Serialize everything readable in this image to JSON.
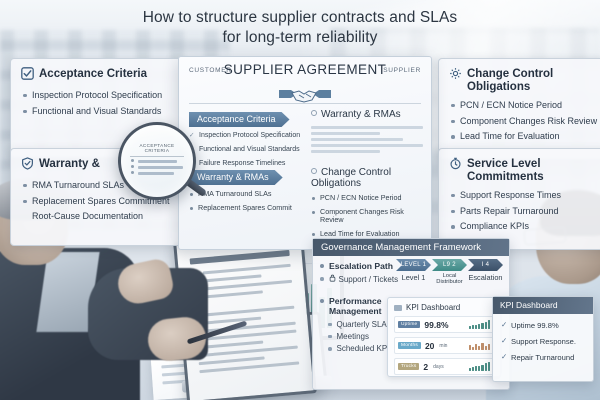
{
  "title": {
    "line1": "How to structure supplier contracts and SLAs",
    "line2": "for long-term reliability"
  },
  "colors": {
    "accent_blue": "#4f7192",
    "teal": "#3f8a86",
    "header_slate": "#47586b",
    "bullet_gray": "#7d8fa3"
  },
  "cards": {
    "acceptance": {
      "icon": "checkbox-icon",
      "title": "Acceptance Criteria",
      "items": [
        "Inspection Protocol Specification",
        "Functional and Visual Standards"
      ]
    },
    "warranty": {
      "icon": "shield-check-icon",
      "title": "Warranty &",
      "items": [
        "RMA Turnaround SLAs",
        "Replacement Spares Commitment",
        "Root-Cause Documentation"
      ]
    },
    "change_control": {
      "icon": "gear-icon",
      "title": "Change Control Obligations",
      "items": [
        "PCN / ECN Notice Period",
        "Component Changes Risk Review",
        "Lead Time for Evaluation"
      ]
    },
    "service_level": {
      "icon": "stopwatch-icon",
      "title": "Service Level Commitments",
      "items": [
        "Support Response Times",
        "Parts Repair Turnaround",
        "Compliance KPIs"
      ]
    }
  },
  "document": {
    "customer_label": "CUSTOMER",
    "supplier_label": "SUPPLIER",
    "heading": "SUPPLIER AGREEMENT",
    "handshake_icon": "handshake-icon",
    "section_acceptance": {
      "badge": "Acceptance Criteria",
      "items": [
        "Inspection Protocol Specification",
        "Functional and Visual Standards",
        "Failure Response Timelines"
      ]
    },
    "section_warranty_header": "Warranty & RMAs",
    "section_warranty": {
      "badge": "Warranty & RMAs",
      "items": [
        "RMA Turnaround SLAs",
        "Replacement Spares Commit"
      ]
    },
    "section_change": {
      "header": "Change Control Obligations",
      "items": [
        "PCN / ECN Notice Period",
        "Component Changes Risk Review",
        "Lead Time for Evaluation"
      ]
    }
  },
  "magnifier": {
    "icon": "magnifier-icon",
    "heading": "ACCEPTANCE CRITERIA"
  },
  "governance": {
    "header": "Governance Management  Framework",
    "escalation_label": "Escalation Path",
    "support_label": "Support / Tickets",
    "support_icon": "lock-icon",
    "performance_label_1": "Performance",
    "performance_label_2": "Management",
    "performance_items": [
      "Quarterly SLA Review",
      "Meetings",
      "Scheduled KPI Reports"
    ],
    "escalation": {
      "chevrons": [
        "LEVEL 1",
        "L9 2",
        "I 4"
      ],
      "labels": [
        "Level 1",
        "Local Distributor",
        "Escalation"
      ]
    },
    "kpi_dashboard": {
      "icon": "dashboard-icon",
      "title": "KPI Dashboard",
      "rows": [
        {
          "tag": "Uptime",
          "tag_color": "#5f7fa2",
          "value": "99.8%",
          "unit": "",
          "spark": [
            3,
            4,
            4,
            5,
            6,
            7,
            9
          ]
        },
        {
          "tag": "Months",
          "tag_color": "#69a9c9",
          "value": "20",
          "unit": "min",
          "spark": [
            5,
            3,
            6,
            4,
            7,
            5,
            6
          ]
        },
        {
          "tag": "Trucks",
          "tag_color": "#b3a67e",
          "value": "2",
          "unit": "days",
          "spark": [
            3,
            4,
            5,
            5,
            6,
            7,
            8
          ]
        }
      ]
    }
  },
  "kpi_panel": {
    "title": "KPI Dashboard",
    "items": [
      "Uptime 99.8%",
      "Support Response.",
      "Repair Turnaround"
    ]
  },
  "background": {
    "clipboard_heading": "ACCEPTANCE CRITERIA"
  }
}
